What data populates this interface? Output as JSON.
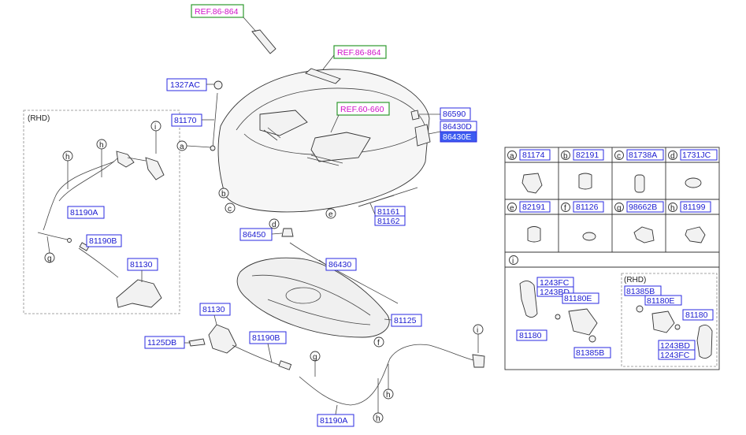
{
  "refs": [
    "REF.86-864",
    "REF.86-864",
    "REF.60-660"
  ],
  "labels": {
    "p1327AC": "1327AC",
    "p81170": "81170",
    "p86590": "86590",
    "p86430D": "86430D",
    "p86430E": "86430E",
    "p81161": "81161",
    "p81162": "81162",
    "p86450": "86450",
    "p86430": "86430",
    "p81125": "81125",
    "p81130a": "81130",
    "p81130b": "81130",
    "p1125DB": "1125DB",
    "p81190B_top": "81190B",
    "p81190A_top": "81190A",
    "p81190B_bot": "81190B",
    "p81190A_bot": "81190A",
    "rhd_left": "(RHD)"
  },
  "callouts": {
    "a": "a",
    "b": "b",
    "c": "c",
    "d": "d",
    "e": "e",
    "f": "f",
    "g": "g",
    "h": "h",
    "i": "i"
  },
  "table": {
    "row1": [
      {
        "letter": "a",
        "part": "81174"
      },
      {
        "letter": "b",
        "part": "82191"
      },
      {
        "letter": "c",
        "part": "81738A"
      },
      {
        "letter": "d",
        "part": "1731JC"
      }
    ],
    "row2": [
      {
        "letter": "e",
        "part": "82191"
      },
      {
        "letter": "f",
        "part": "81126"
      },
      {
        "letter": "g",
        "part": "98662B"
      },
      {
        "letter": "h",
        "part": "81199"
      }
    ],
    "row3_letter": "i",
    "left": {
      "p1243FC": "1243FC",
      "p1243BD": "1243BD",
      "p81180E": "81180E",
      "p81180": "81180",
      "p81385B": "81385B"
    },
    "right": {
      "rhd": "(RHD)",
      "p81385B": "81385B",
      "p81180E": "81180E",
      "p81180": "81180",
      "p1243BD": "1243BD",
      "p1243FC": "1243FC"
    }
  }
}
